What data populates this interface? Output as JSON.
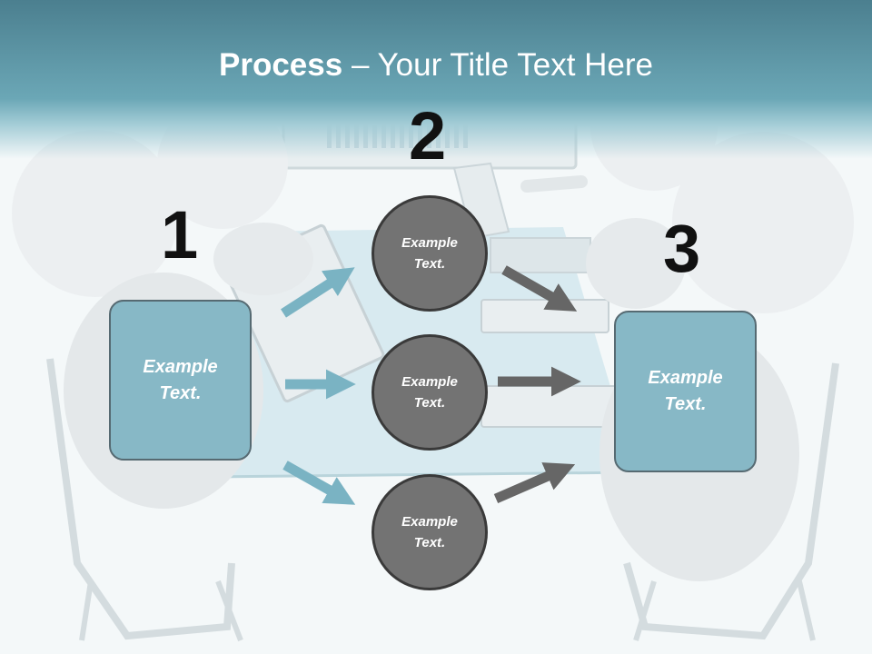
{
  "slide": {
    "title_bold": "Process",
    "title_rest": " – Your Title Text Here"
  },
  "steps": {
    "one": "1",
    "two": "2",
    "three": "3"
  },
  "boxes": {
    "left": "Example\nText.",
    "right": "Example\nText."
  },
  "circles": {
    "top": "Example\nText.",
    "middle": "Example\nText.",
    "bottom": "Example\nText."
  },
  "colors": {
    "header": "#5f97a7",
    "box_fill": "#87b8c6",
    "circle_fill": "#737373",
    "arrow_blue": "#7ab3c3",
    "arrow_gray": "#666666"
  }
}
